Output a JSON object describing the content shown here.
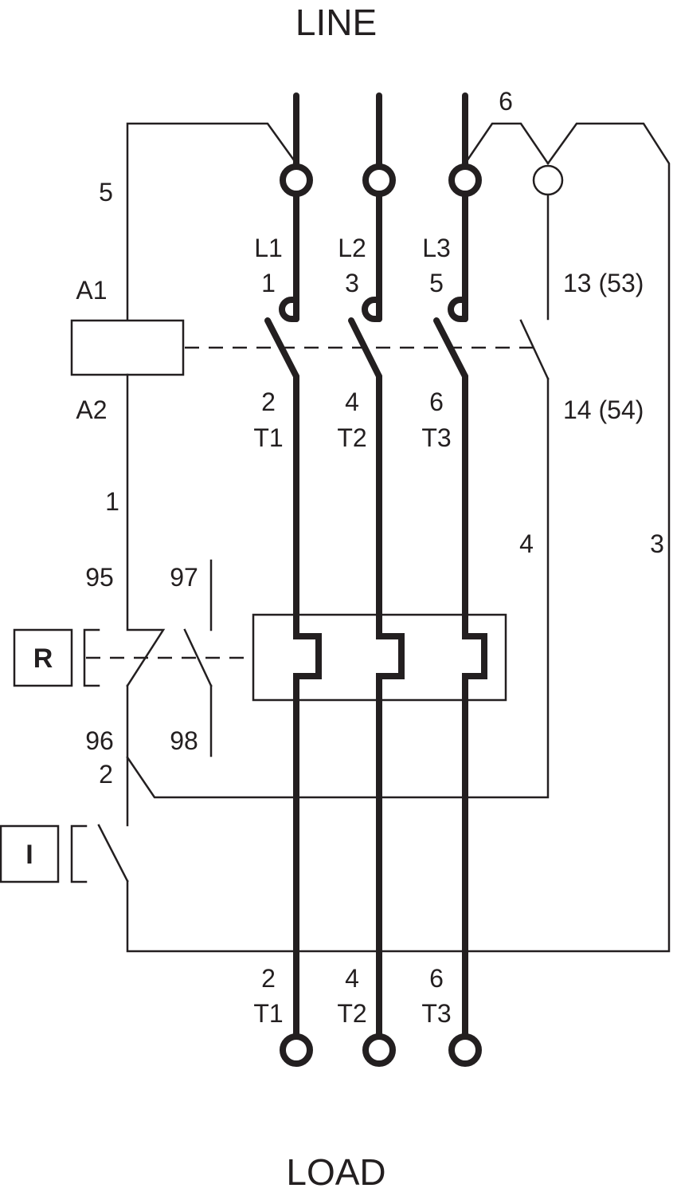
{
  "diagram": {
    "line_label": "LINE",
    "load_label": "LOAD",
    "wire_labels": {
      "top_left": "5",
      "top_right": "6",
      "left_mid": "1",
      "left_lower": "2",
      "right_mid": "4",
      "far_right": "3"
    },
    "coil": {
      "a1": "A1",
      "a2": "A2"
    },
    "line_terminals": [
      {
        "phase": "L1",
        "number": "1"
      },
      {
        "phase": "L2",
        "number": "3"
      },
      {
        "phase": "L3",
        "number": "5"
      }
    ],
    "load_terminals_upper": [
      {
        "number": "2",
        "phase": "T1"
      },
      {
        "number": "4",
        "phase": "T2"
      },
      {
        "number": "6",
        "phase": "T3"
      }
    ],
    "load_terminals_lower": [
      {
        "number": "2",
        "phase": "T1"
      },
      {
        "number": "4",
        "phase": "T2"
      },
      {
        "number": "6",
        "phase": "T3"
      }
    ],
    "aux_contact": {
      "top": "13 (53)",
      "bottom": "14 (54)"
    },
    "overload_contacts": {
      "nc_top": "95",
      "nc_bottom": "96",
      "no_top": "97",
      "no_bottom": "98"
    },
    "buttons": {
      "reset": "R",
      "start": "I"
    }
  }
}
